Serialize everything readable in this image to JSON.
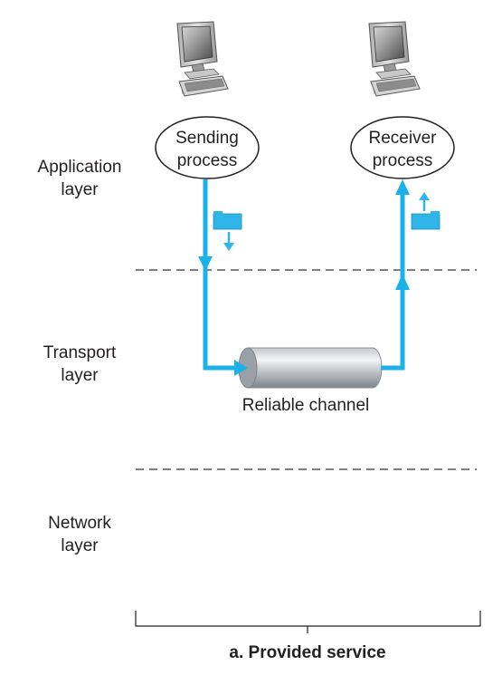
{
  "layers": {
    "application": [
      "Application",
      "layer"
    ],
    "transport": [
      "Transport",
      "layer"
    ],
    "network": [
      "Network",
      "layer"
    ]
  },
  "processes": {
    "sender": [
      "Sending",
      "process"
    ],
    "receiver": [
      "Receiver",
      "process"
    ]
  },
  "channel_label": "Reliable channel",
  "caption": "a. Provided service",
  "colors": {
    "arrow": "#1ab2e8",
    "packet": "#2eb6e8",
    "dashed_line": "#555555",
    "text": "#231f20"
  },
  "icons": [
    "computer-icon",
    "packet-icon",
    "cylinder-channel"
  ]
}
